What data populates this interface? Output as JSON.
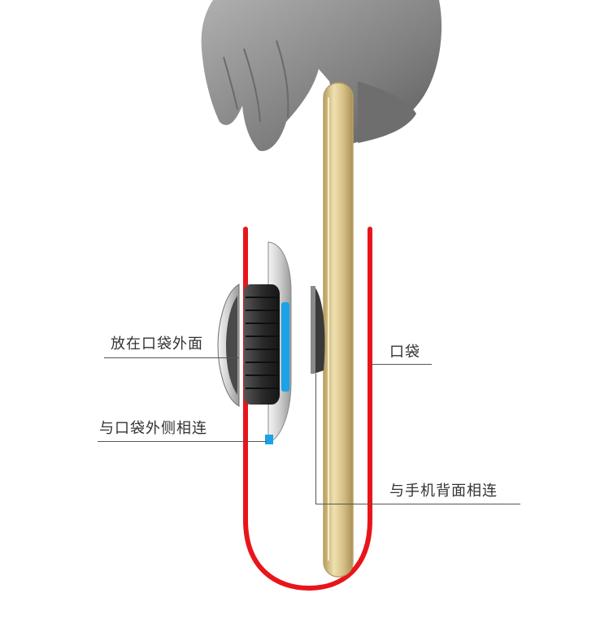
{
  "labels": {
    "outside_pocket": "放在口袋外面",
    "pocket": "口袋",
    "pocket_outer_side": "与口袋外侧相连",
    "phone_back": "与手机背面相连"
  },
  "colors": {
    "pocket": "#e8151b",
    "phone_body": "#d9c48a",
    "phone_edge": "#b9a064",
    "hand": "#8a8a8a",
    "mount_dark": "#2a2a2a",
    "mount_accent": "#1aa3e8",
    "mount_silver": "#d8d8d8",
    "leader_line": "#555555"
  }
}
